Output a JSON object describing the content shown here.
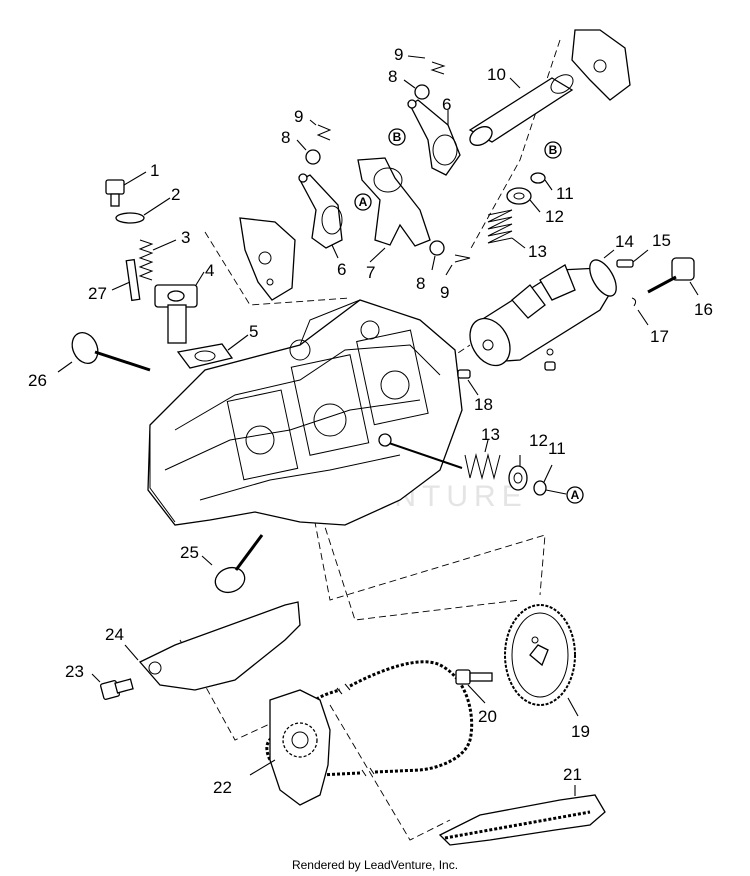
{
  "footer": {
    "credit": "Rendered by LeadVenture, Inc."
  },
  "watermark": "LEADVENTURE",
  "callouts": {
    "p1": "1",
    "p2": "2",
    "p3": "3",
    "p4": "4",
    "p5": "5",
    "p6a": "6",
    "p6b": "6",
    "p7": "7",
    "p8a": "8",
    "p8b": "8",
    "p8c": "8",
    "p9a": "9",
    "p9b": "9",
    "p9c": "9",
    "p10": "10",
    "p11a": "11",
    "p11b": "11",
    "p12a": "12",
    "p12b": "12",
    "p13a": "13",
    "p13b": "13",
    "p14": "14",
    "p15": "15",
    "p16": "16",
    "p17": "17",
    "p18": "18",
    "p19": "19",
    "p20": "20",
    "p21": "21",
    "p22": "22",
    "p23": "23",
    "p24": "24",
    "p25": "25",
    "p26": "26",
    "p27": "27"
  },
  "markers": {
    "a1": "A",
    "a2": "A",
    "b1": "B",
    "b2": "B"
  }
}
